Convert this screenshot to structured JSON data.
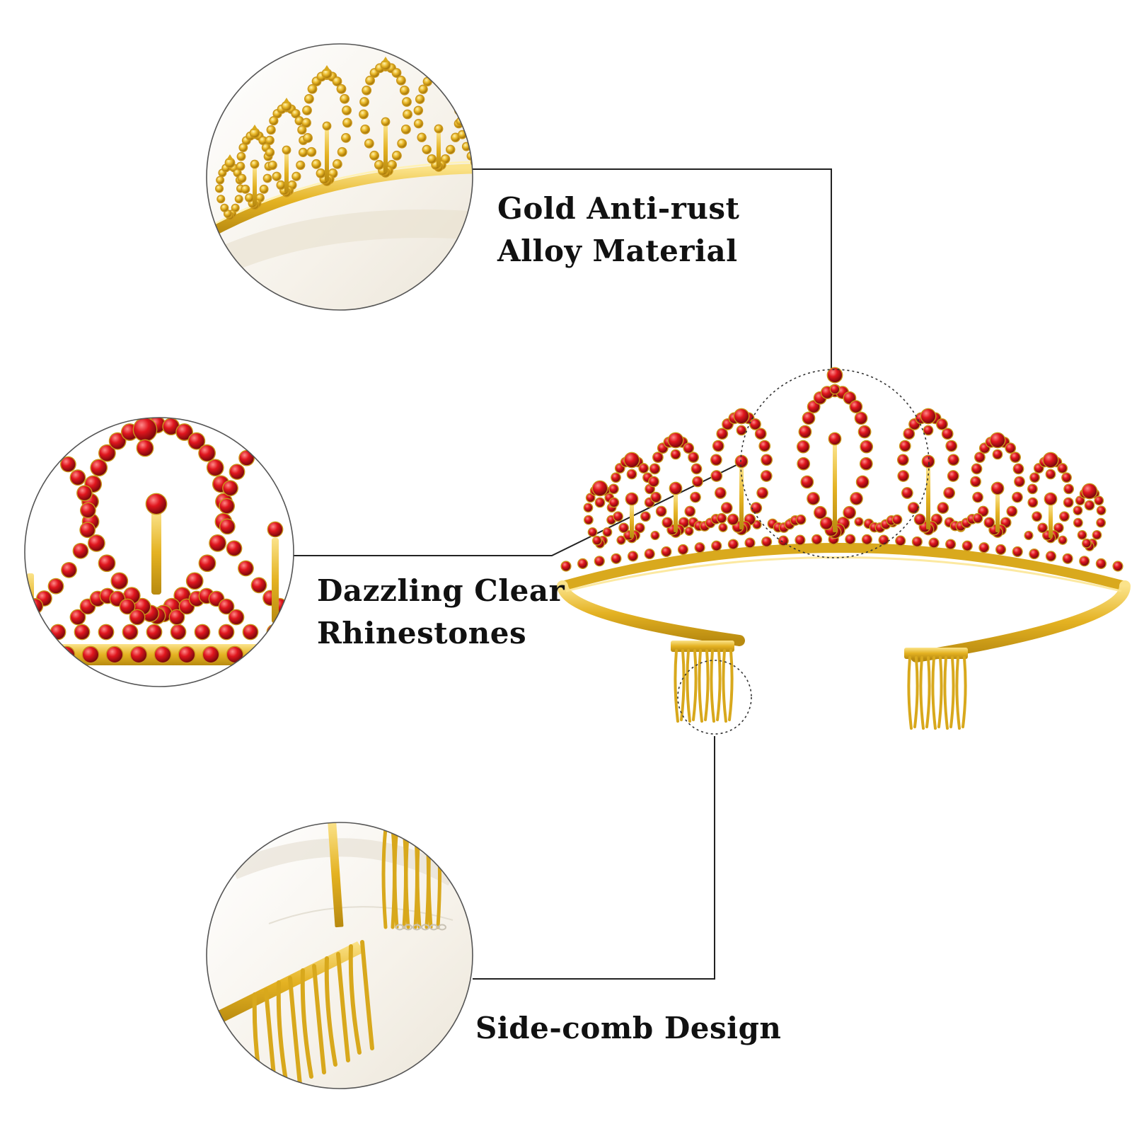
{
  "features": [
    {
      "id": "gold",
      "lines": [
        "Gold Anti-rust",
        "Alloy Material"
      ]
    },
    {
      "id": "rhinestones",
      "lines": [
        "Dazzling Clear",
        "Rhinestones"
      ]
    },
    {
      "id": "comb",
      "lines": [
        "Side-comb Design"
      ]
    }
  ],
  "colors": {
    "gold": "#e6b320",
    "gold_light": "#f7d358",
    "gold_dark": "#b8860b",
    "ruby": "#d8141c",
    "ruby_light": "#ff5a5a",
    "ruby_dark": "#8e0a0e",
    "callout_line": "#222222",
    "circle_border": "#555555"
  }
}
